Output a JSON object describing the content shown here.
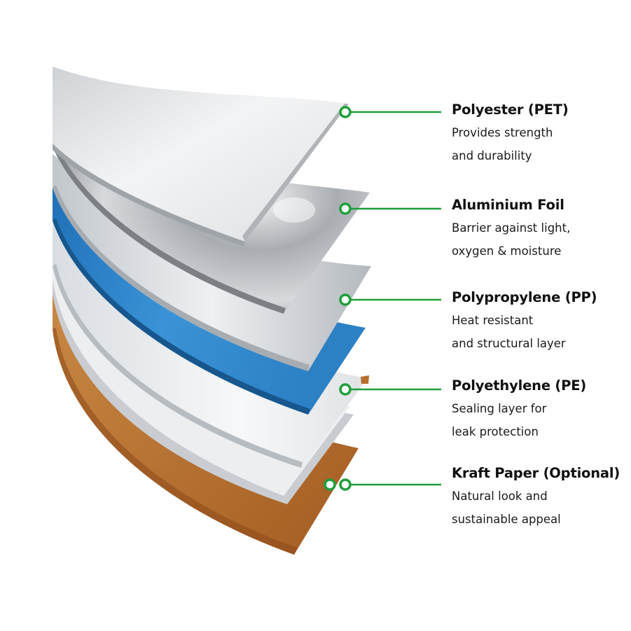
{
  "colors": {
    "accent": "#1e9e3a",
    "pet": "#e8eaec",
    "foil": "#b9bcbf",
    "pp_silver": "#cfd3d7",
    "pp_blue": "#2f86c9",
    "pe": "#eef0f2",
    "kraft": "#b86e2e"
  },
  "layers": [
    {
      "id": "pet",
      "title": "Polyester (PET)",
      "desc": [
        "Provides strength",
        "and durability"
      ]
    },
    {
      "id": "foil",
      "title": "Aluminium Foil",
      "desc": [
        "Barrier against light,",
        "oxygen & moisture"
      ]
    },
    {
      "id": "pp",
      "title": "Polypropylene (PP)",
      "desc": [
        "Heat resistant",
        "and structural layer"
      ]
    },
    {
      "id": "pe",
      "title": "Polyethylene (PE)",
      "desc": [
        "Sealing layer for",
        "leak protection"
      ]
    },
    {
      "id": "kraft",
      "title": "Kraft Paper (Optional)",
      "desc": [
        "Natural look and",
        "sustainable appeal"
      ]
    }
  ]
}
